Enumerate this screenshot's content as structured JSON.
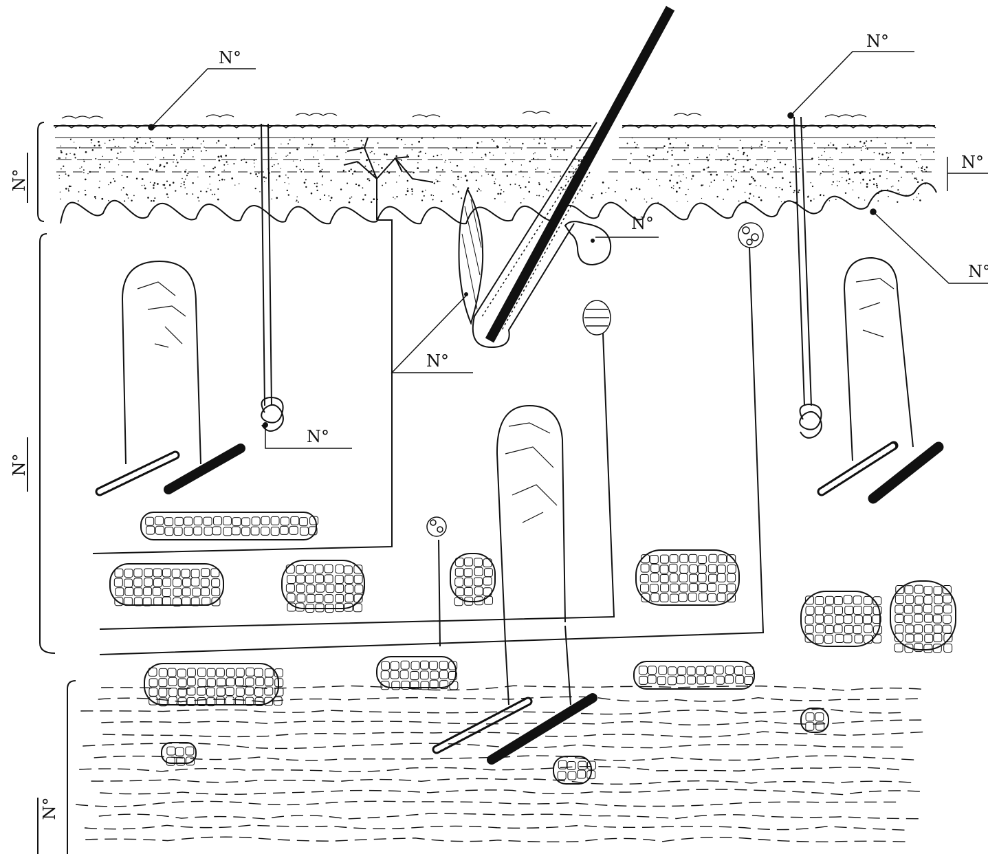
{
  "diagram": {
    "callouts": {
      "epidermis_surface": "N°",
      "surface_right": "N°",
      "epidermis_right": "N°",
      "papilla_right": "N°",
      "sebaceous_gland": "N°",
      "arrector_muscle": "N°",
      "sweat_gland": "N°"
    },
    "layers": {
      "epidermis": "N°",
      "dermis": "N°",
      "hypodermis": "N°"
    }
  },
  "colors": {
    "ink": "#111111",
    "paper": "#ffffff"
  }
}
